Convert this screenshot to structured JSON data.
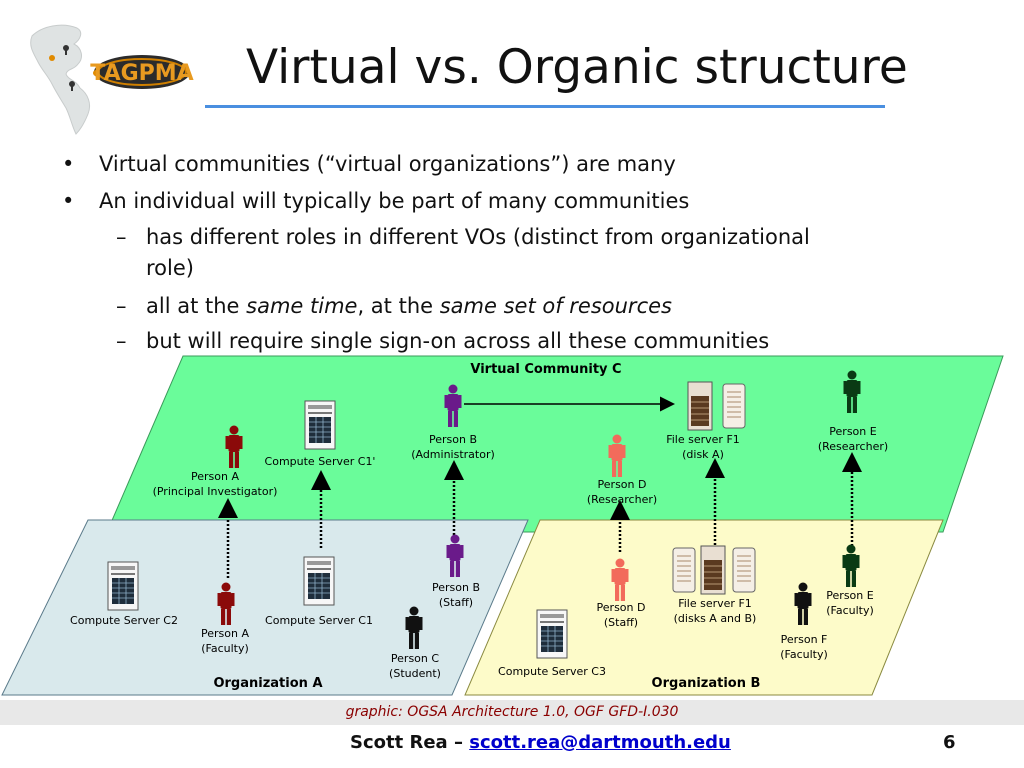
{
  "logo": {
    "text": "TAGPMA"
  },
  "title": "Virtual vs. Organic structure",
  "bullets": [
    "Virtual communities (“virtual organizations”) are many",
    "An individual will typically be part of many communities"
  ],
  "subbullets": {
    "roles_line1": "has different roles in different VOs (distinct from organizational",
    "roles_line2": "role)",
    "time_a": "all at the ",
    "time_b": "same time",
    "time_c": ", at the ",
    "time_d": "same set of resources",
    "sso": "but will require single sign-on across all these communities"
  },
  "diagram": {
    "community_c": "Virtual Community C",
    "org_a": "Organization A",
    "org_b": "Organization B",
    "c_person_a_1": "Person A",
    "c_person_a_2": "(Principal Investigator)",
    "c_server_c1": "Compute Server C1'",
    "c_person_b_1": "Person B",
    "c_person_b_2": "(Administrator)",
    "c_person_d_1": "Person D",
    "c_person_d_2": "(Researcher)",
    "c_file_1": "File server F1",
    "c_file_2": "(disk A)",
    "c_person_e_1": "Person E",
    "c_person_e_2": "(Researcher)",
    "a_server_c2": "Compute Server C2",
    "a_person_a_1": "Person A",
    "a_person_a_2": "(Faculty)",
    "a_server_c1": "Compute Server C1",
    "a_person_b_1": "Person B",
    "a_person_b_2": "(Staff)",
    "a_person_c_1": "Person C",
    "a_person_c_2": "(Student)",
    "b_person_d_1": "Person D",
    "b_person_d_2": "(Staff)",
    "b_file_1": "File server F1",
    "b_file_2": "(disks A and B)",
    "b_person_e_1": "Person E",
    "b_person_e_2": "(Faculty)",
    "b_person_f_1": "Person F",
    "b_person_f_2": "(Faculty)",
    "b_server_c3": "Compute Server C3"
  },
  "credit": "graphic: OGSA Architecture 1.0, OGF GFD-I.030",
  "footer": {
    "name": "Scott Rea – ",
    "email": "scott.rea@dartmouth.edu",
    "page": "6"
  },
  "colors": {
    "community_fill": "#6afc9a",
    "org_a_fill": "#d9e9ec",
    "org_b_fill": "#fdfbc9",
    "title_rule": "#4a8fe0"
  }
}
